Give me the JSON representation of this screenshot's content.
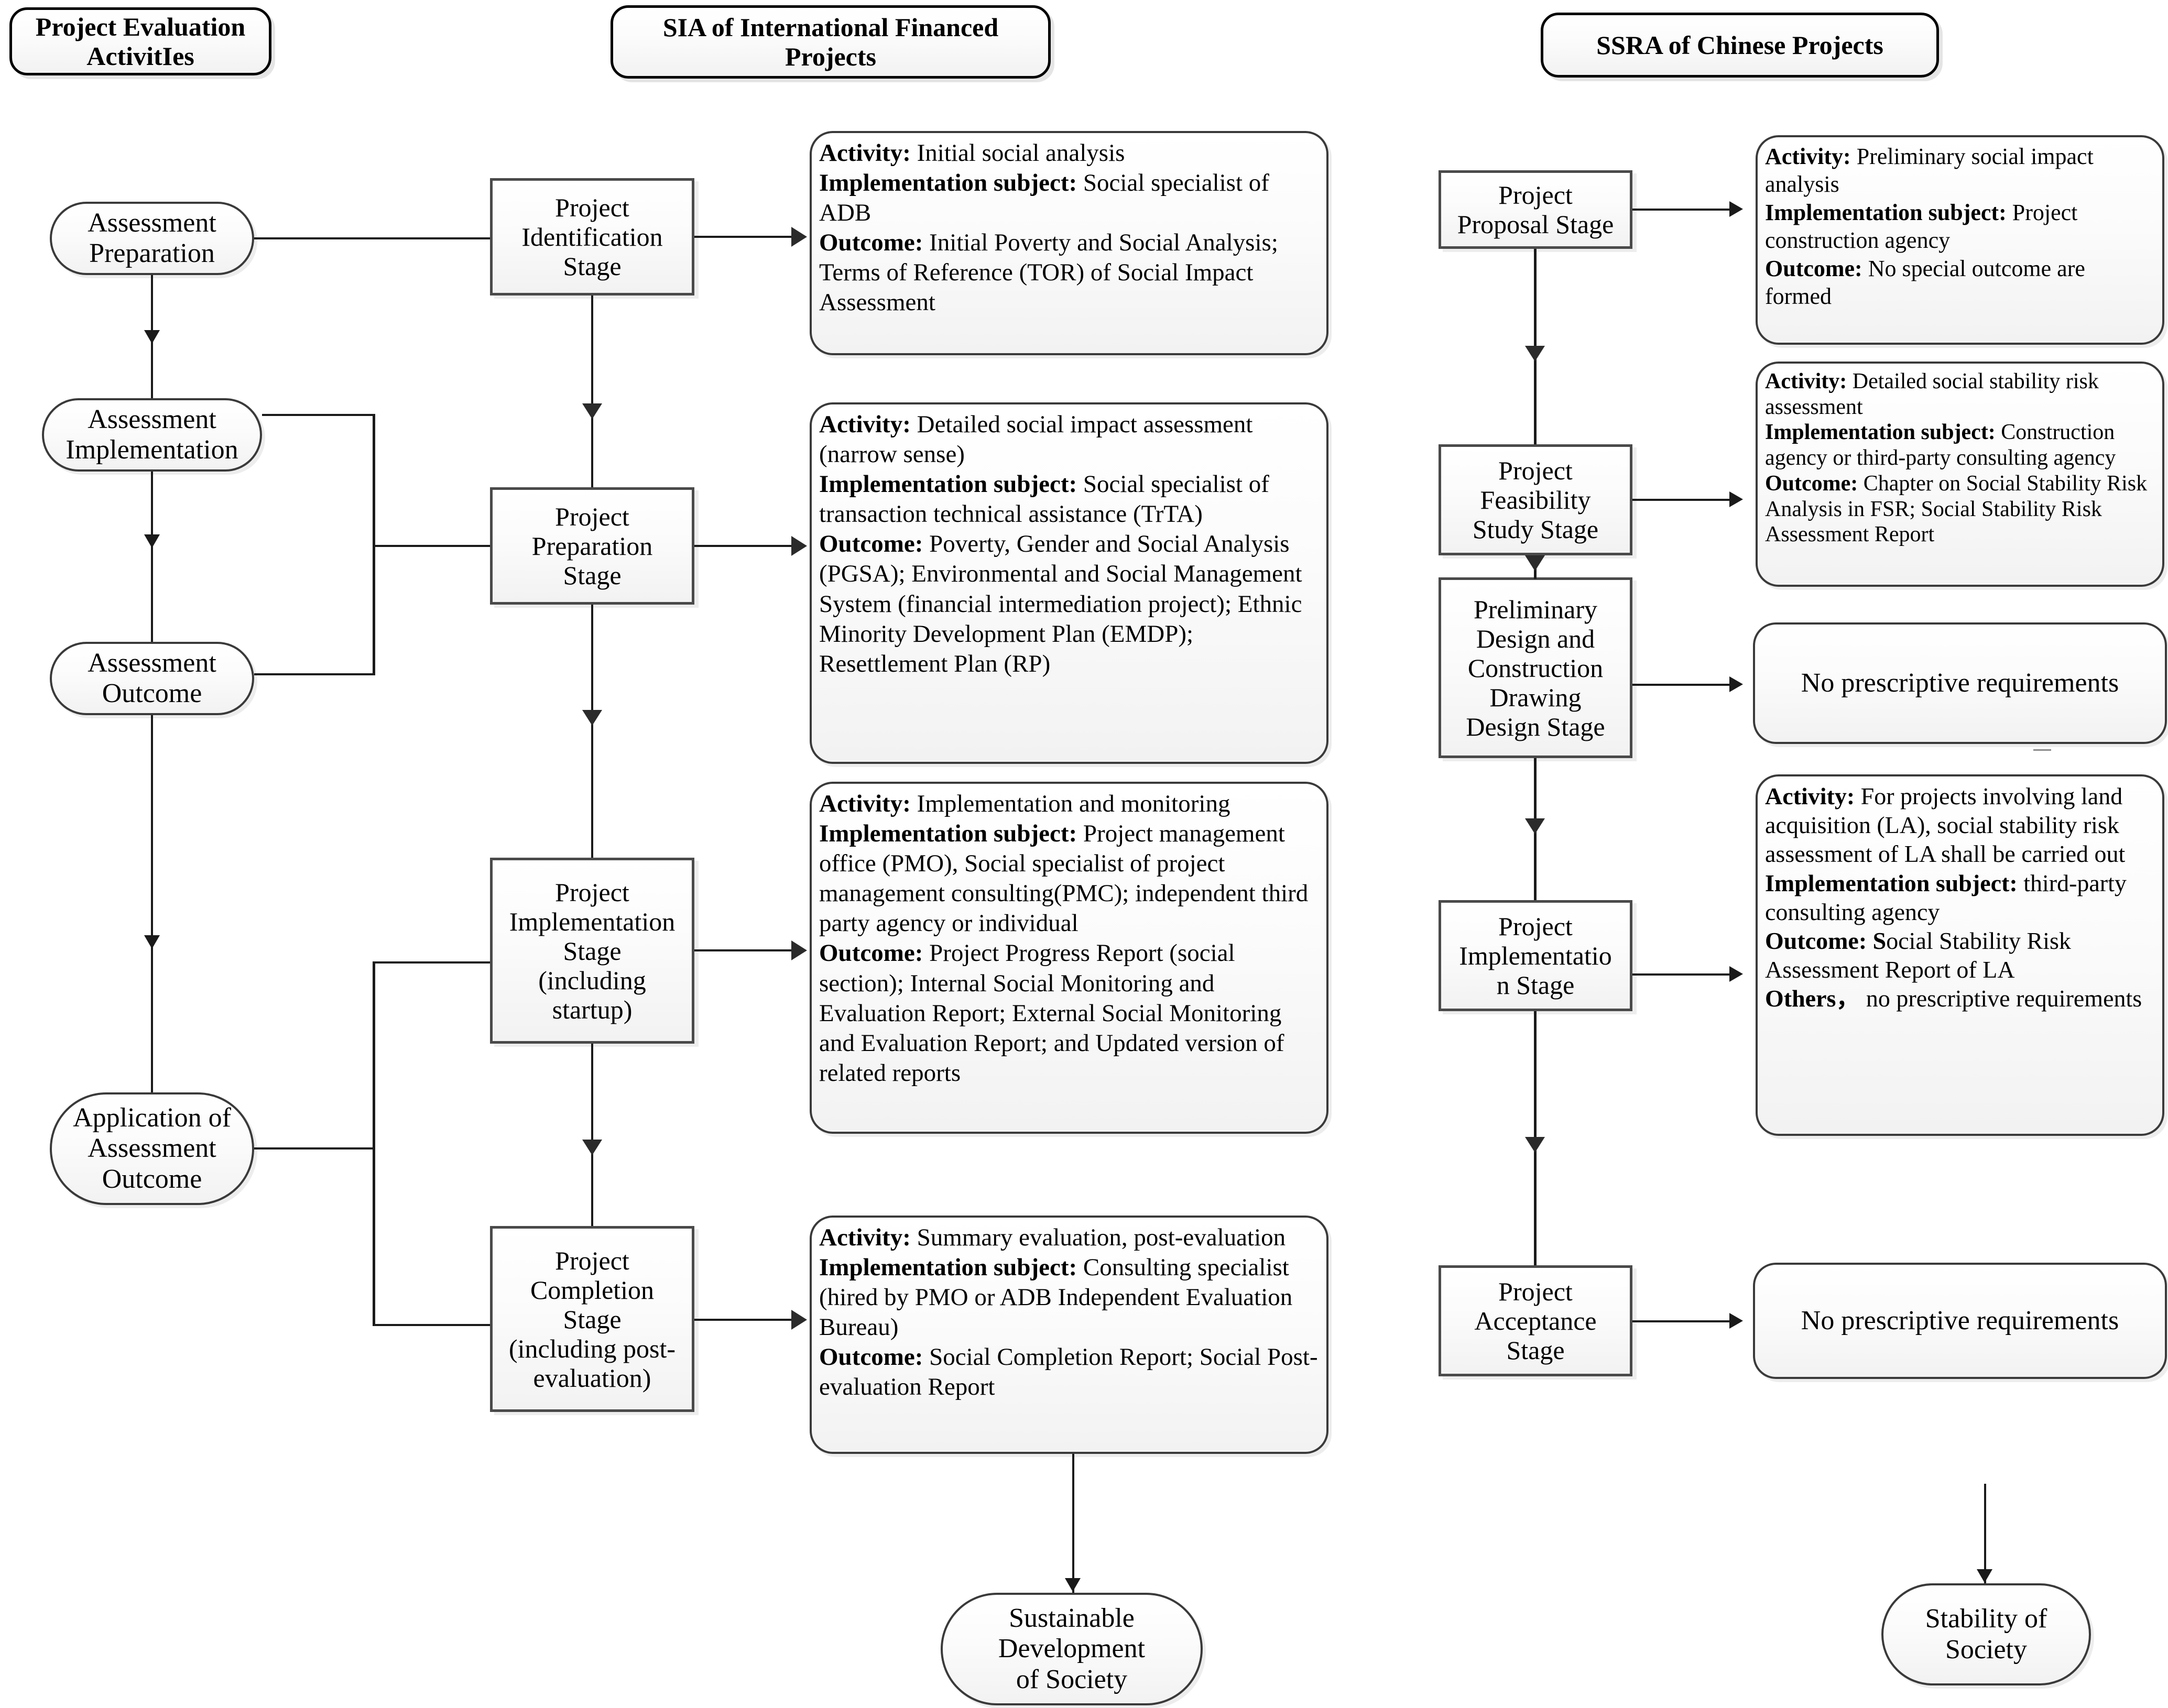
{
  "headers": [
    {
      "id": "col1",
      "label": "Project Evaluation\nActivitIes"
    },
    {
      "id": "col2",
      "label": "SIA of International Financed\nProjects"
    },
    {
      "id": "col3",
      "label": "SSRA of Chinese Projects"
    }
  ],
  "evaluation_activities": [
    {
      "id": "assessment-preparation",
      "label": "Assessment\nPreparation"
    },
    {
      "id": "assessment-implementation",
      "label": "Assessment\nImplementation"
    },
    {
      "id": "assessment-outcome",
      "label": "Assessment\nOutcome"
    },
    {
      "id": "application-of-assessment-outcome",
      "label": "Application of\nAssessment\nOutcome"
    }
  ],
  "sia_stages": [
    {
      "id": "project-identification-stage",
      "label": "Project\nIdentification\nStage"
    },
    {
      "id": "project-preparation-stage",
      "label": "Project\nPreparation\nStage"
    },
    {
      "id": "project-implementation-stage",
      "label": "Project\nImplementation\nStage\n(including\nstartup)"
    },
    {
      "id": "project-completion-stage",
      "label": "Project\nCompletion\nStage\n(including post-\nevaluation)"
    }
  ],
  "sia_details": [
    {
      "id": "sia-detail-identification",
      "activity_label": "Activity:",
      "activity_text": " Initial social analysis",
      "subject_label": "Implementation subject:",
      "subject_text": " Social specialist of ADB",
      "outcome_label": "Outcome:",
      "outcome_text": " Initial Poverty and Social Analysis; Terms of Reference (TOR) of Social Impact Assessment"
    },
    {
      "id": "sia-detail-preparation",
      "activity_label": "Activity:",
      "activity_text": " Detailed social impact assessment (narrow sense)",
      "subject_label": "Implementation subject:",
      "subject_text": " Social specialist of transaction technical assistance (TrTA)",
      "outcome_label": "Outcome:",
      "outcome_text": " Poverty, Gender and Social Analysis (PGSA); Environmental and Social Management System (financial intermediation project); Ethnic Minority Development Plan (EMDP); Resettlement Plan (RP)"
    },
    {
      "id": "sia-detail-implementation",
      "activity_label": "Activity:",
      "activity_text": " Implementation and monitoring",
      "subject_label": "Implementation subject:",
      "subject_text": " Project management office (PMO), Social specialist of project management consulting(PMC); independent third party agency or individual",
      "outcome_label": "Outcome:",
      "outcome_text": " Project Progress Report (social section); Internal Social Monitoring and Evaluation Report; External Social Monitoring and Evaluation Report; and Updated version of related reports"
    },
    {
      "id": "sia-detail-completion",
      "activity_label": "Activity:",
      "activity_text": " Summary evaluation, post-evaluation",
      "subject_label": "Implementation subject:",
      "subject_text": " Consulting specialist (hired by PMO or ADB Independent Evaluation Bureau)",
      "outcome_label": "Outcome:",
      "outcome_text": " Social Completion Report; Social  Post-evaluation Report"
    }
  ],
  "ssra_stages": [
    {
      "id": "project-proposal-stage",
      "label": "Project\nProposal Stage"
    },
    {
      "id": "project-feasibility-study-stage",
      "label": "Project\nFeasibility\nStudy Stage"
    },
    {
      "id": "preliminary-design-stage",
      "label": "Preliminary\nDesign and\nConstruction\nDrawing\nDesign Stage"
    },
    {
      "id": "project-implementation-stage-cn",
      "label": "Project\nImplementatio\nn Stage"
    },
    {
      "id": "project-acceptance-stage",
      "label": "Project\nAcceptance\nStage"
    }
  ],
  "ssra_details": [
    {
      "id": "ssra-detail-proposal",
      "type": "detail",
      "activity_label": "Activity:",
      "activity_text": " Preliminary social impact analysis",
      "subject_label": "Implementation subject:",
      "subject_text": " Project construction agency",
      "outcome_label": "Outcome:",
      "outcome_text": " No special outcome are formed"
    },
    {
      "id": "ssra-detail-feasibility",
      "type": "detail",
      "activity_label": "Activity:",
      "activity_text": " Detailed social stability risk assessment",
      "subject_label": "Implementation subject:",
      "subject_text": " Construction agency or third-party consulting agency",
      "outcome_label": "Outcome:",
      "outcome_text": " Chapter on Social Stability Risk Analysis in FSR; Social Stability Risk Assessment Report"
    },
    {
      "id": "ssra-detail-design",
      "type": "plain",
      "text": "No prescriptive requirements"
    },
    {
      "id": "ssra-detail-implementation",
      "type": "detail",
      "activity_label": "Activity:",
      "activity_text": " For projects involving land acquisition (LA), social stability risk assessment of LA shall be carried out",
      "subject_label": "Implementation subject:",
      "subject_text": " third-party consulting agency",
      "outcome_label": "Outcome: S",
      "outcome_text": "ocial Stability Risk Assessment Report of LA",
      "others_label": "Others，",
      "others_text": " no prescriptive requirements"
    },
    {
      "id": "ssra-detail-acceptance",
      "type": "plain",
      "text": "No prescriptive requirements"
    }
  ],
  "outcomes": [
    {
      "id": "sustainable-development-of-society",
      "label": "Sustainable\nDevelopment\nof Society"
    },
    {
      "id": "stability-of-society",
      "label": "Stability of\nSociety"
    }
  ]
}
